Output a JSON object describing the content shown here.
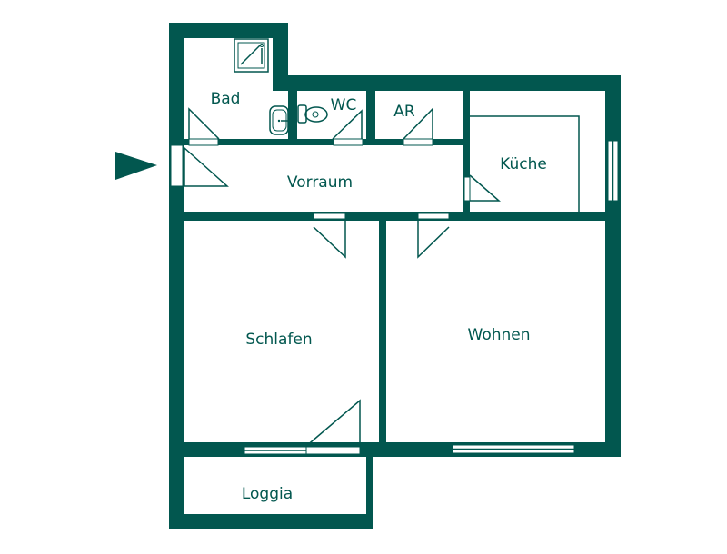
{
  "plan": {
    "wall_color": "#02574f",
    "rooms": {
      "bad": "Bad",
      "wc": "WC",
      "ar": "AR",
      "kueche": "Küche",
      "vorraum": "Vorraum",
      "schlafen": "Schlafen",
      "wohnen": "Wohnen",
      "loggia": "Loggia"
    },
    "entrance_icon": "entrance-arrow-icon"
  }
}
